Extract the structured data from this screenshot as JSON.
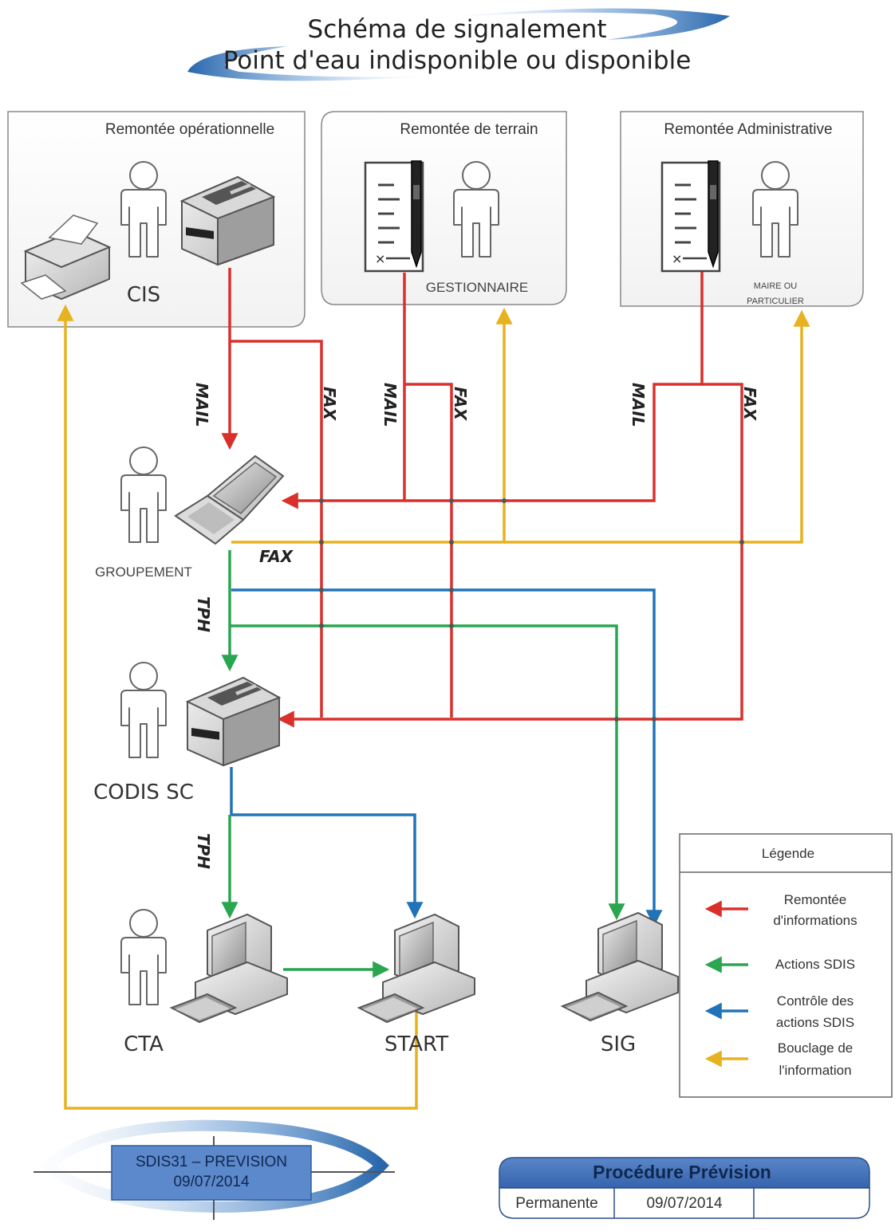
{
  "title": {
    "line1": "Schéma de signalement",
    "line2": "Point d'eau indisponible ou disponible"
  },
  "sections": {
    "operationnelle": "Remontée opérationnelle",
    "terrain": "Remontée de terrain",
    "administrative": "Remontée Administrative"
  },
  "nodes": {
    "cis": "CIS",
    "gestionnaire": "GESTIONNAIRE",
    "maire_line1": "MAIRE OU",
    "maire_line2": "PARTICULIER",
    "groupement": "GROUPEMENT",
    "codis": "CODIS SC",
    "cta": "CTA",
    "start": "START",
    "sig": "SIG"
  },
  "connection_labels": {
    "mail": "MAIL",
    "fax": "FAX",
    "tph": "TPH"
  },
  "legend": {
    "title": "Légende",
    "items": [
      {
        "line1": "Remontée",
        "line2": "d'informations",
        "color": "#d9302c"
      },
      {
        "line1": "Actions SDIS",
        "line2": "",
        "color": "#2aa650"
      },
      {
        "line1": "Contrôle des",
        "line2": "actions SDIS",
        "color": "#2173b8"
      },
      {
        "line1": "Bouclage de",
        "line2": "l'information",
        "color": "#e7b21f"
      }
    ]
  },
  "footer": {
    "stamp_line1": "SDIS31 – PREVISION",
    "stamp_line2": "09/07/2014",
    "procedure_title": "Procédure Prévision",
    "procedure_status": "Permanente",
    "procedure_date": "09/07/2014"
  },
  "colors": {
    "red": "#d9302c",
    "green": "#2aa650",
    "blue": "#2173b8",
    "yellow": "#e7b21f"
  }
}
